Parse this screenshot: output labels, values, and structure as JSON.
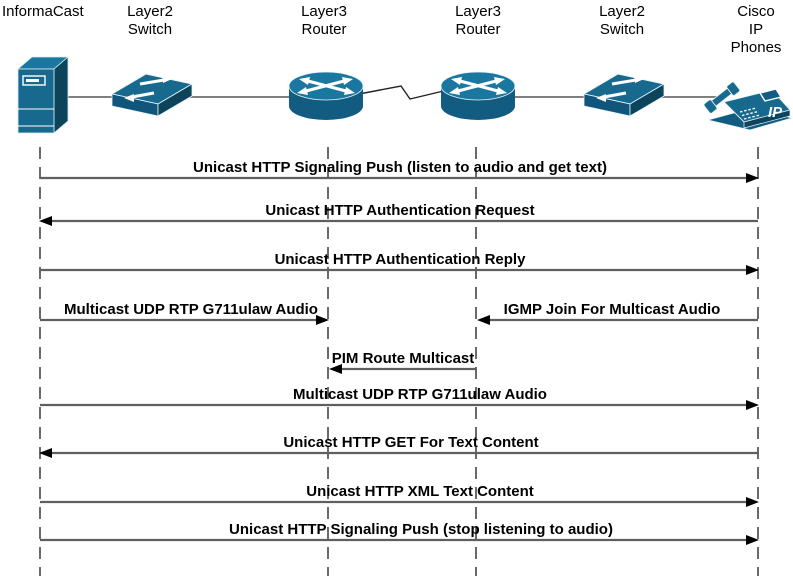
{
  "diagram": {
    "type": "network-sequence-diagram",
    "devices": [
      {
        "id": "informacast",
        "line1": "InformaCast",
        "line2": "",
        "icon": "server-tower-icon"
      },
      {
        "id": "layer2-switch-left",
        "line1": "Layer2",
        "line2": "Switch",
        "icon": "switch-icon"
      },
      {
        "id": "layer3-router-left",
        "line1": "Layer3",
        "line2": "Router",
        "icon": "router-icon"
      },
      {
        "id": "layer3-router-right",
        "line1": "Layer3",
        "line2": "Router",
        "icon": "router-icon"
      },
      {
        "id": "layer2-switch-right",
        "line1": "Layer2",
        "line2": "Switch",
        "icon": "switch-icon"
      },
      {
        "id": "cisco-ip-phones",
        "line1": "Cisco IP",
        "line2": "Phones",
        "icon": "ip-phone-icon"
      }
    ],
    "messages": [
      {
        "label": "Unicast HTTP Signaling Push (listen to audio and get text)",
        "from": "informacast",
        "to": "cisco-ip-phones",
        "direction": "right"
      },
      {
        "label": "Unicast HTTP Authentication Request",
        "from": "cisco-ip-phones",
        "to": "informacast",
        "direction": "left"
      },
      {
        "label": "Unicast HTTP Authentication Reply",
        "from": "informacast",
        "to": "cisco-ip-phones",
        "direction": "right"
      },
      {
        "label": "Multicast UDP RTP G711ulaw Audio",
        "from": "informacast",
        "to": "layer3-router-left",
        "direction": "right"
      },
      {
        "label": "IGMP Join For Multicast Audio",
        "from": "cisco-ip-phones",
        "to": "layer3-router-right",
        "direction": "left"
      },
      {
        "label": "PIM Route Multicast",
        "from": "layer3-router-right",
        "to": "layer3-router-left",
        "direction": "left"
      },
      {
        "label": "Multicast UDP RTP G711ulaw Audio",
        "from": "informacast",
        "to": "cisco-ip-phones",
        "direction": "right"
      },
      {
        "label": "Unicast HTTP GET For Text Content",
        "from": "cisco-ip-phones",
        "to": "informacast",
        "direction": "left"
      },
      {
        "label": "Unicast HTTP XML Text Content",
        "from": "informacast",
        "to": "cisco-ip-phones",
        "direction": "right"
      },
      {
        "label": "Unicast HTTP Signaling Push (stop listening to audio)",
        "from": "informacast",
        "to": "cisco-ip-phones",
        "direction": "right"
      }
    ],
    "icons": {
      "phone_badge": "IP"
    },
    "colors": {
      "device_fill": "#17698E",
      "device_top": "#1A78A0",
      "device_side": "#0C445C",
      "arrow_line": "#5f5f5f",
      "arrowhead": "#000000",
      "connector": "#808080",
      "lifeline": "#1a1a1a",
      "background": "#ffffff",
      "label_text": "#000000"
    }
  }
}
